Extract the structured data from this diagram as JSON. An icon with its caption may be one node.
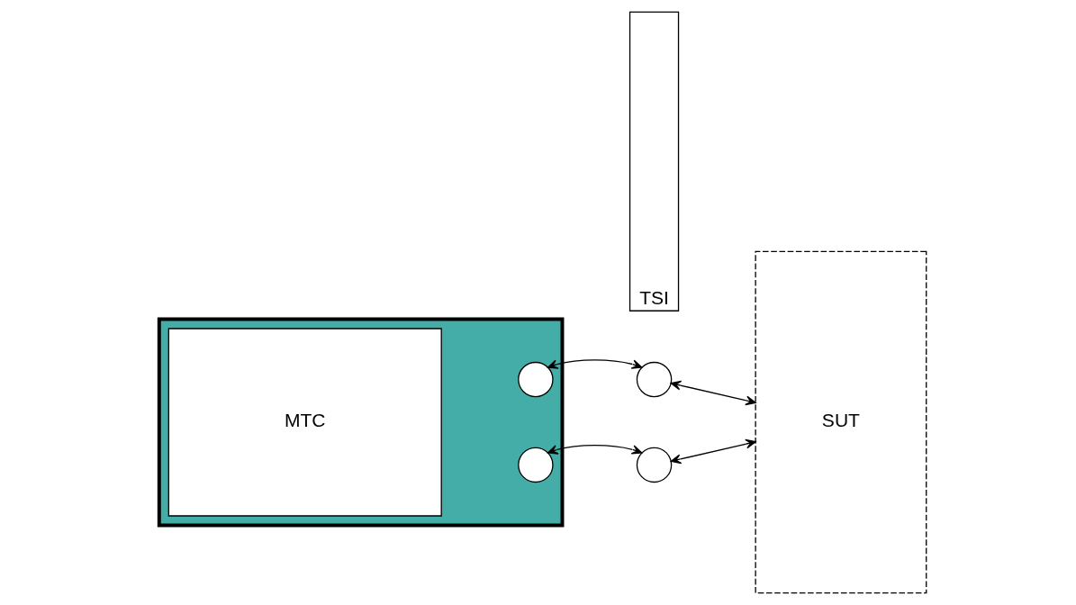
{
  "diagram": {
    "nodes": [
      {
        "text": [],
        "shape": "box"
      },
      {
        "text": [
          "MTC"
        ],
        "in": 0
      },
      {
        "text": [],
        "shape": "circle",
        "in": 0
      },
      {
        "text": [],
        "shape": "circle",
        "in": 0
      },
      {
        "text": [
          "TSI"
        ]
      },
      {
        "text": [],
        "shape": "circle"
      },
      {
        "text": [],
        "shape": "circle"
      },
      {
        "text": [
          "SUT"
        ]
      }
    ],
    "edges": [
      {
        "from": 5,
        "to": 2,
        "arrow": "both"
      },
      {
        "from": 6,
        "to": 3,
        "arrow": "both"
      },
      {
        "from": 5,
        "to": 7,
        "arrow": "both"
      },
      {
        "from": 6,
        "to": 7,
        "arrow": "both"
      }
    ]
  }
}
